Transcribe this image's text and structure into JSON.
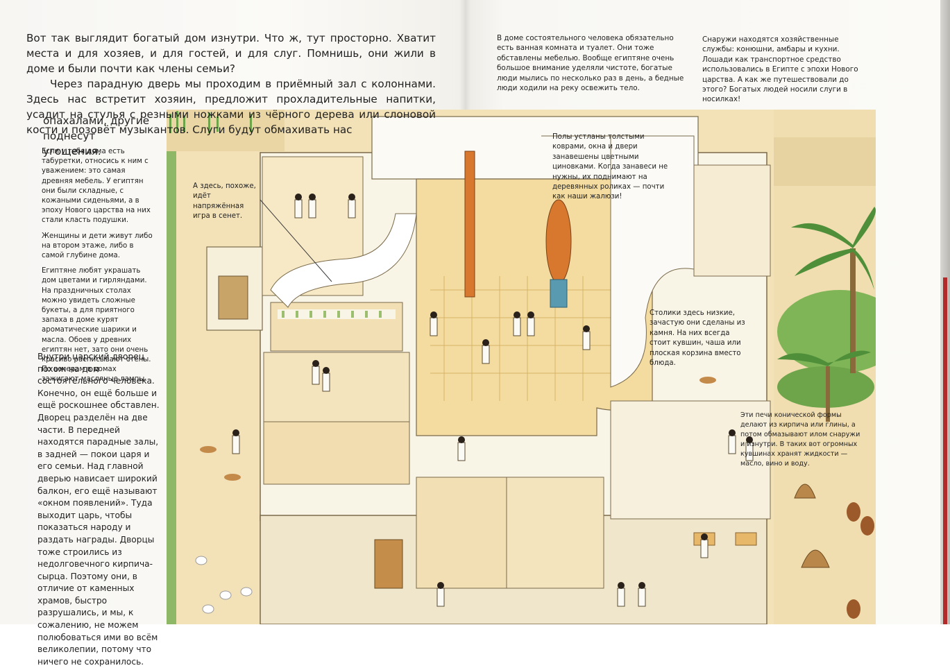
{
  "intro": {
    "para1": "Вот так выглядит богатый дом изнутри. Что ж, тут просторно. Хватит места и для хозяев, и для гостей, и для слуг. Помнишь, они жили в доме и были почти как члены семьи?",
    "para2": "Через парадную дверь мы проходим в приёмный зал с колоннами. Здесь нас встретит хозяин, предложит прохладительные напитки, усадит на стулья с резными ножками из чёрного дерева или слоновой кости и позовёт музыкантов. Слуги будут обмахивать нас",
    "para2_end": "опахалами, другие поднесут угощения."
  },
  "left_column": {
    "stools": "Если у тебя дома есть табуретки, относись к ним с уважением: это самая древняя мебель. У египтян они были складные, с кожаными сиденьями, а в эпоху Нового царства на них стали класть подушки.",
    "women": "Женщины и дети живут либо на втором этаже, либо в самой глубине дома.",
    "decor": "Египтяне любят украшать дом цветами и гирляндами. На праздничных столах можно увидеть сложные букеты, а для приятного запаха в доме курят ароматические шарики и масла. Обоев у древних египтян нет, зато они очень красиво расписывают стены. По вечерам в домах зажигают масляные лампы.",
    "palace": "Внутри царский дворец похож на дом состоятельного человека. Конечно, он ещё больше и ещё роскошнее обставлен. Дворец разделён на две части. В передней находятся парадные залы, в задней — покои царя и его семьи. Над главной дверью нависает широкий балкон, его ещё называют «окном появлений». Туда выходит царь, чтобы показаться народу и раздать награды. Дворцы тоже строились из недолговечного кирпича-сырца. Поэтому они, в отличие от каменных храмов, быстро разрушались, и мы, к сожалению, не можем полюбоваться ими во всём великолепии, потому что ничего не сохранилось."
  },
  "right_top": {
    "bath": "В доме состоятельного человека обязательно есть ванная комната и туалет. Они тоже обставлены мебелью. Вообще египтяне очень большое внимание уделяли чистоте, богатые люди мылись по несколько раз в день, а бедные люди ходили на реку освежить тело.",
    "outside": "Снаружи находятся хозяйственные службы: конюшни, амбары и кухни. Лошади как транспортное средство использовались в Египте с эпохи Нового царства. А как же путешествовали до этого? Богатых людей носили слуги в носилках!"
  },
  "callouts": {
    "senet": "А здесь, похоже, идёт напряжённая игра в сенет.",
    "floors": "Полы устланы толстыми коврами, окна и двери занавешены цветными циновками. Когда занавеси не нужны, их поднимают на деревянных роликах — почти как наши жалюзи!",
    "tables": "Столики здесь низкие, зачастую они сделаны из камня. На них всегда стоит кувшин, чаша или плоская корзина вместо блюда.",
    "ovens": "Эти печи конической формы делают из кирпича или глины, а потом обмазывают илом снаружи и изнутри. В таких вот огромных кувшинах хранят жидкости — масло, вино и воду."
  },
  "colors": {
    "sand": "#f3e2b8",
    "wall": "#f8f4e6",
    "floor_tile": "#f1d18c",
    "column": "#d8772e",
    "grass": "#6ea44a",
    "palm": "#4f8f3a"
  }
}
